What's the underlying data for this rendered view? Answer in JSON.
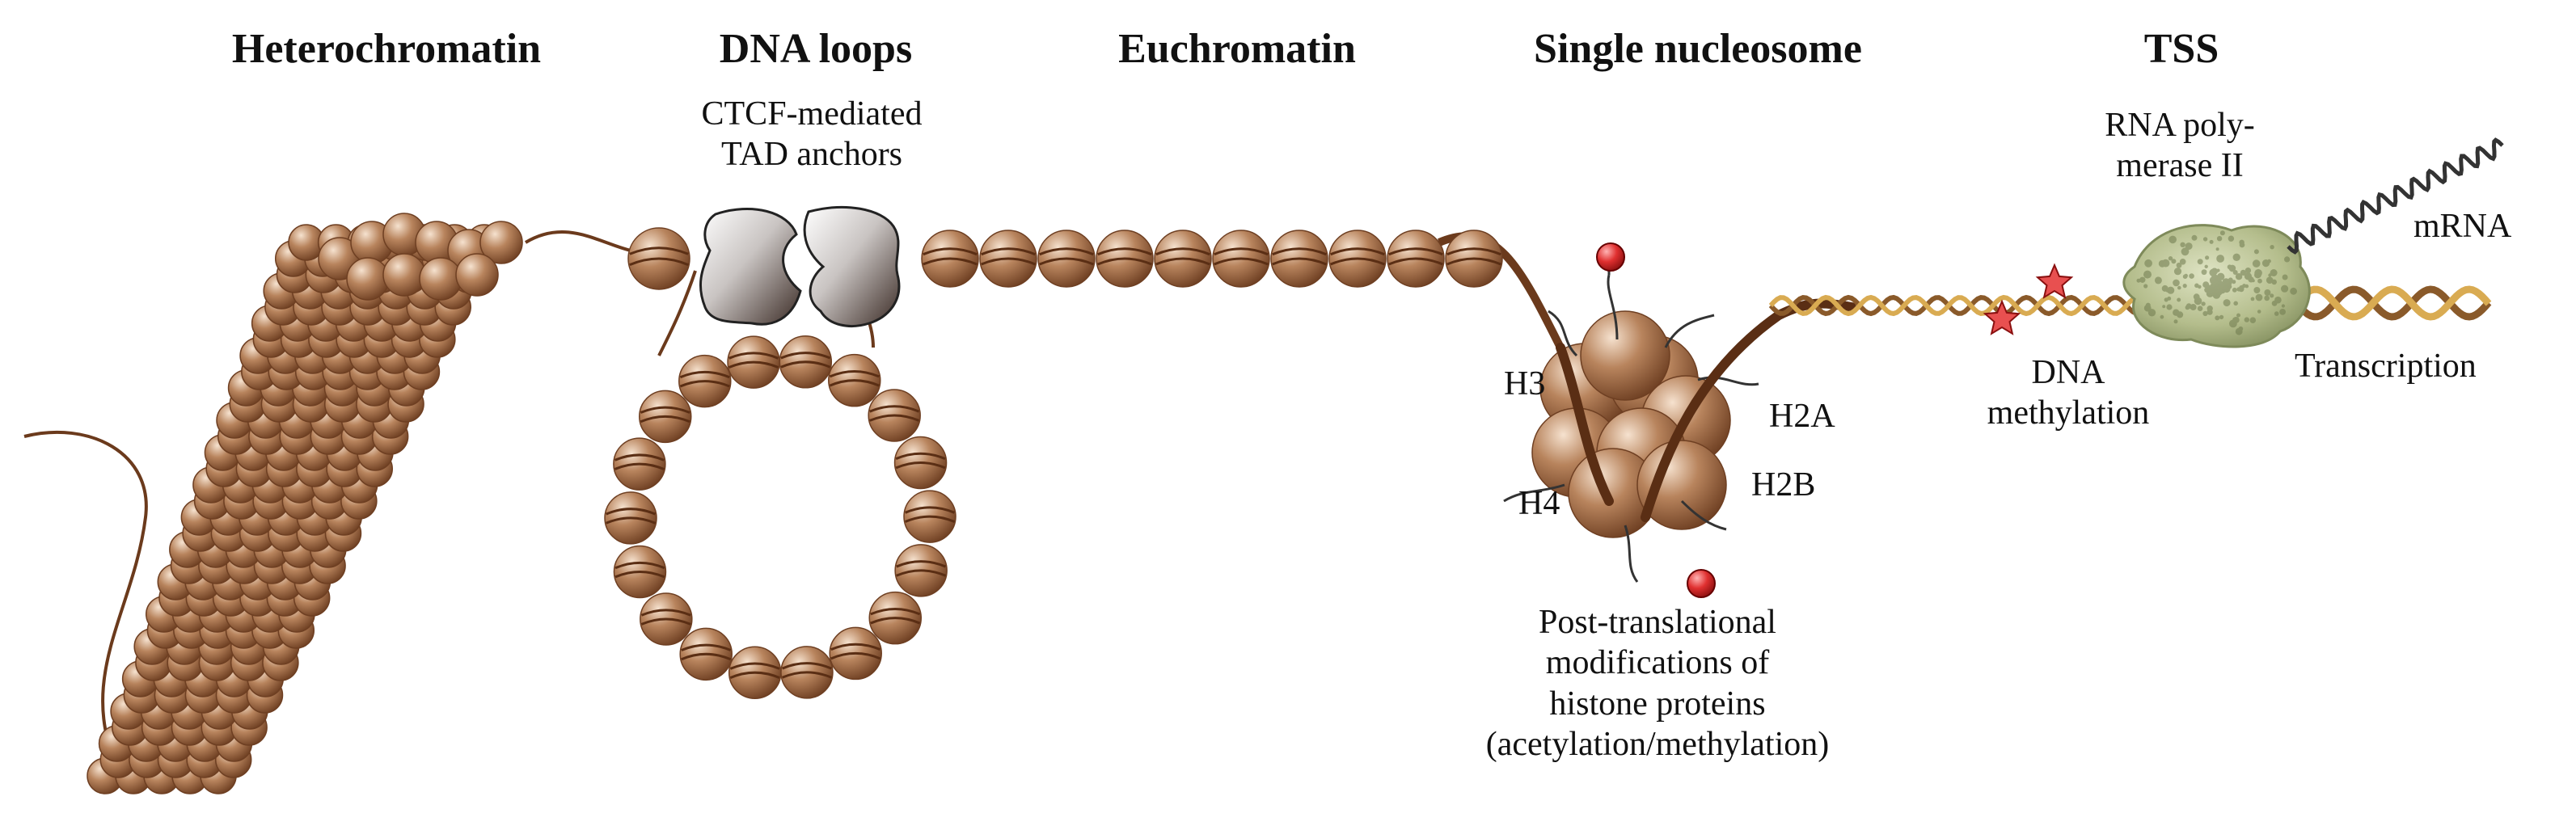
{
  "headings": {
    "heterochromatin": "Heterochromatin",
    "dna_loops": "DNA loops",
    "euchromatin": "Euchromatin",
    "single_nucleosome": "Single nucleosome",
    "tss": "TSS"
  },
  "labels": {
    "ctcf_line1": "CTCF-mediated",
    "ctcf_line2": "TAD anchors",
    "rnap_line1": "RNA poly-",
    "rnap_line2": "merase II",
    "mrna": "mRNA",
    "transcription": "Transcription",
    "dna_meth_line1": "DNA",
    "dna_meth_line2": "methylation",
    "h3": "H3",
    "h2a": "H2A",
    "h2b": "H2B",
    "h4": "H4",
    "ptm_line1": "Post-translational",
    "ptm_line2": "modifications of",
    "ptm_line3": "histone proteins",
    "ptm_line4": "(acetylation/methylation)"
  },
  "colors": {
    "bead": "#b07a55",
    "bead_dark": "#6e3f22",
    "bead_light": "#f3dcc7",
    "fiber": "#6b3a1c",
    "helix": "#c79a3c",
    "polymerase": "#b7c08f",
    "modification": "#d42a2a",
    "methyl_star": "#e04444"
  }
}
